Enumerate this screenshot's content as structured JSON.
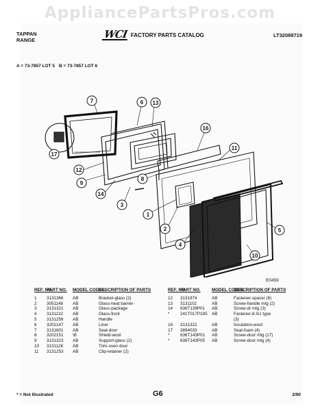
{
  "watermark": "AppliancePartsPros.com",
  "header": {
    "brand_line1": "TAPPAN",
    "brand_line2": "RANGE",
    "logo": "WCI",
    "catalog": "FACTORY PARTS CATALOG",
    "doc_id": "LT32089719"
  },
  "lots": {
    "a": "A = 73-7857 LOT 5",
    "b": "B = 73-7857 LOT 6"
  },
  "diagram": {
    "code": "E0459",
    "callouts": [
      "7",
      "6",
      "13",
      "16",
      "17",
      "12",
      "9",
      "14",
      "3",
      "8",
      "11",
      "1",
      "2",
      "4",
      "5",
      "10"
    ]
  },
  "parts_table": {
    "headers": {
      "ref": "REF. NO.",
      "part": "PART NO.",
      "model": "MODEL CODES",
      "desc": "DESCRIPTION OF PARTS"
    },
    "left_rows": [
      {
        "ref": "1",
        "part": "3131366",
        "model": "AB",
        "desc": "Bracket-glass (2)"
      },
      {
        "ref": "2",
        "part": "3051148",
        "model": "AB",
        "desc": "Glass-heat barrier-"
      },
      {
        "ref": "3",
        "part": "3131321",
        "model": "AB",
        "desc": "Glass-package"
      },
      {
        "ref": "4",
        "part": "3131132",
        "model": "AB",
        "desc": "Glass-front"
      },
      {
        "ref": "5",
        "part": "3131256",
        "model": "AB",
        "desc": "Handle"
      },
      {
        "ref": "6",
        "part": "3202147",
        "model": "AB",
        "desc": "Liner"
      },
      {
        "ref": "7",
        "part": "3131601",
        "model": "AB",
        "desc": "Seal-door"
      },
      {
        "ref": "8",
        "part": "3202151",
        "model": "\\B",
        "desc": "Shield-wool"
      },
      {
        "ref": "9",
        "part": "3131323",
        "model": "AB",
        "desc": "Support-glass (2)"
      },
      {
        "ref": "10",
        "part": "3131128",
        "model": "AB",
        "desc": "Trim-oven door"
      },
      {
        "ref": "11",
        "part": "3131253",
        "model": "AB",
        "desc": "Clip-retainer (2)"
      }
    ],
    "right_rows": [
      {
        "ref": "12",
        "part": "3131974",
        "model": "AB",
        "desc": "Fastener-spacer (6)"
      },
      {
        "ref": "13",
        "part": "3131102",
        "model": "AB",
        "desc": "Screw-handle mtg (2)"
      },
      {
        "ref": "14",
        "part": "636T139P01",
        "model": "AB",
        "desc": "Screw-dr mtg (3)"
      },
      {
        "ref": "*",
        "part": "241T017P185",
        "model": "AB",
        "desc": "Fastener-8 AU type"
      },
      {
        "ref": "",
        "part": "",
        "model": "",
        "desc": "(3)"
      },
      {
        "ref": "16",
        "part": "3131322",
        "model": "AB",
        "desc": "Insulation-wool"
      },
      {
        "ref": "17",
        "part": "3894033",
        "model": "AB",
        "desc": "Seal-foam (4)"
      },
      {
        "ref": "*",
        "part": "636T143P01",
        "model": "AB",
        "desc": "Screw-door mtg (17)"
      },
      {
        "ref": "*",
        "part": "636T143P05",
        "model": "AB",
        "desc": "Screw-door mtg (4)"
      }
    ]
  },
  "footer": {
    "note": "* = Not Illustrated",
    "page": "G6",
    "date": "2/90"
  }
}
